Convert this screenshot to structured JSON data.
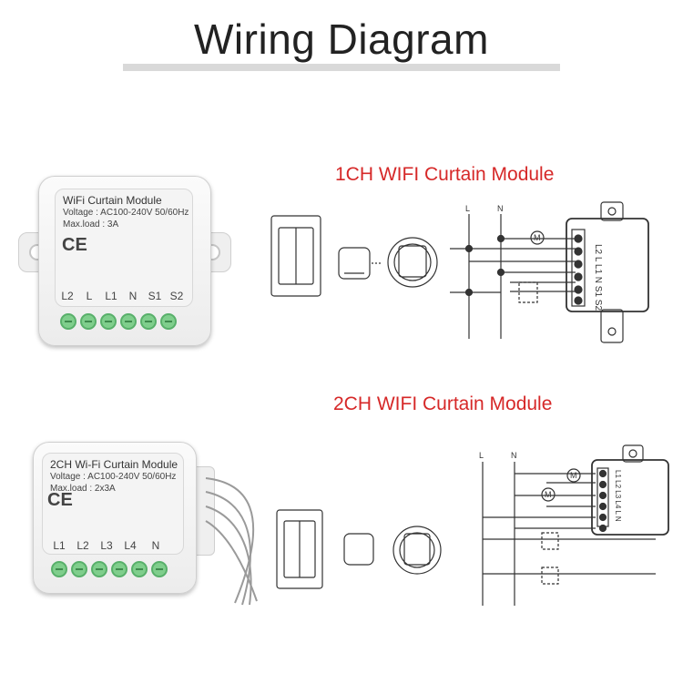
{
  "title": "Wiring Diagram",
  "section1": {
    "title": "1CH WIFI Curtain Module",
    "module_label": {
      "name": "WiFi Curtain Module",
      "voltage": "Voltage : AC100-240V 50/60Hz",
      "maxload": "Max.load : 3A",
      "ce": "CE"
    },
    "pins": [
      "L2",
      "L",
      "L1",
      "N",
      "S1",
      "S2"
    ],
    "schematic": {
      "line_labels": [
        "L",
        "N"
      ],
      "motor": "M",
      "terminal_labels": "L2 L L1 N S1 S2"
    }
  },
  "section2": {
    "title": "2CH WIFI Curtain Module",
    "module_label": {
      "name": "2CH Wi-Fi Curtain Module",
      "voltage": "Voltage : AC100-240V 50/60Hz",
      "maxload": "Max.load : 2x3A",
      "ce": "CE"
    },
    "pins": [
      "L1",
      "L2",
      "L3",
      "L4",
      "N"
    ],
    "schematic": {
      "line_labels": [
        "L",
        "N"
      ],
      "motor": "M",
      "terminal_labels": "L1 L2 L3 L4 L N"
    }
  },
  "colors": {
    "accent": "#d62828",
    "terminal": "#7fce8c",
    "title_bar": "#d9d9d9"
  }
}
